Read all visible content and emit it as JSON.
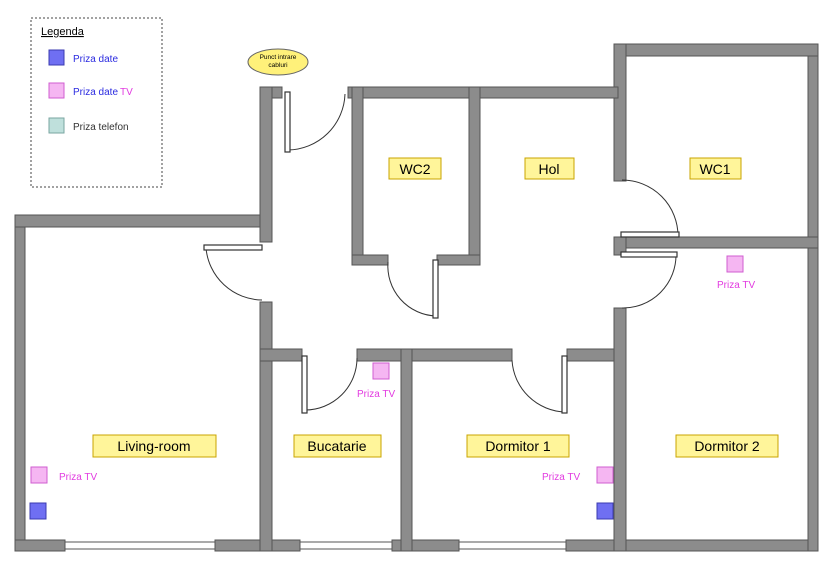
{
  "legend": {
    "title": "Legenda",
    "items": [
      {
        "type": "data",
        "label": "Priza date",
        "color": "#6f6ff2",
        "text_color": "#2a2ae0"
      },
      {
        "type": "tv",
        "label_main": "Priza date",
        "label_suffix": "TV",
        "color": "#f5b6f2",
        "text_color": "#2a2ae0",
        "suffix_color": "#e23be0"
      },
      {
        "type": "phone",
        "label": "Priza telefon",
        "color": "#bfe0dc",
        "text_color": "#333333"
      }
    ]
  },
  "entry_point": {
    "line1": "Punct intrare",
    "line2": "cabluri"
  },
  "rooms": {
    "wc2": "WC2",
    "hol": "Hol",
    "wc1": "WC1",
    "living": "Living-room",
    "bucatarie": "Bucatarie",
    "dormitor1": "Dormitor 1",
    "dormitor2": "Dormitor 2"
  },
  "socket_labels": {
    "tv": "Priza TV"
  },
  "colors": {
    "wall": "#8c8c8c",
    "label_fill": "#fff59a",
    "socket_data": "#6f6ff2",
    "socket_tv": "#f5b6f2",
    "socket_label": "#e23be0"
  }
}
